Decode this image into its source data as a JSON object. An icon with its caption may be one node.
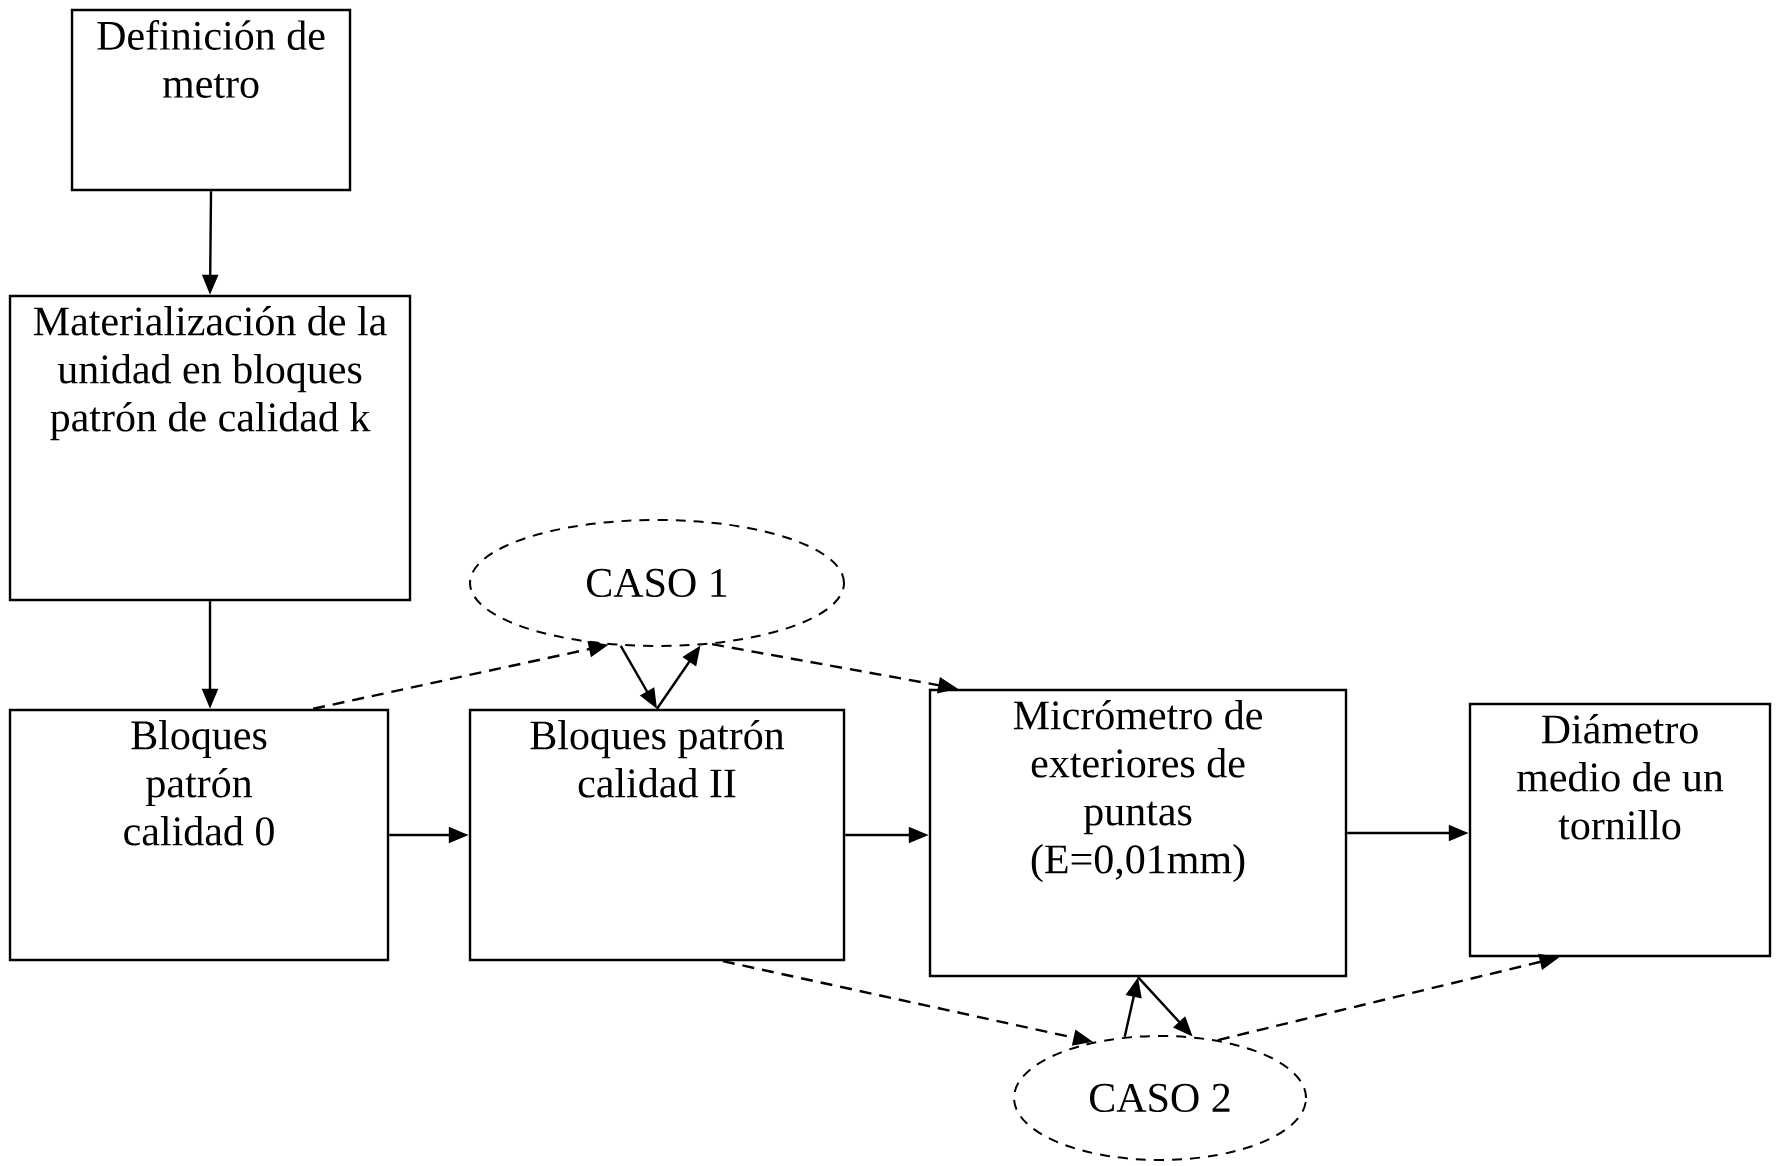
{
  "diagram": {
    "nodes": [
      {
        "text": [
          "Definición de metro"
        ]
      },
      {
        "text": [
          "Materialización de la unidad en bloques patrón de calidad k"
        ]
      },
      {
        "text": [
          "CASO 1"
        ]
      },
      {
        "text": [
          "Bloques patrón calidad 0"
        ]
      },
      {
        "text": [
          "Bloques patrón calidad II"
        ]
      },
      {
        "text": [
          "Micrómetro de exteriores de puntas (E=0,01mm)"
        ]
      },
      {
        "text": [
          "Diámetro medio de un tornillo"
        ]
      },
      {
        "text": [
          "CASO 2"
        ]
      }
    ],
    "edges": [
      {
        "from": 0,
        "to": 1,
        "arrow": "to"
      },
      {
        "from": 1,
        "to": 3,
        "arrow": "to"
      },
      {
        "from": 3,
        "to": 2,
        "arrow": "to",
        "style": "dashed"
      },
      {
        "from": 2,
        "to": 4,
        "arrow": "to"
      },
      {
        "from": 4,
        "to": 2,
        "arrow": "to"
      },
      {
        "from": 2,
        "to": 5,
        "arrow": "to",
        "style": "dashed"
      },
      {
        "from": 3,
        "to": 4,
        "arrow": "to"
      },
      {
        "from": 4,
        "to": 5,
        "arrow": "to"
      },
      {
        "from": 5,
        "to": 6,
        "arrow": "to"
      },
      {
        "from": 4,
        "to": 7,
        "arrow": "to",
        "style": "dashed"
      },
      {
        "from": 7,
        "to": 5,
        "arrow": "to"
      },
      {
        "from": 5,
        "to": 7,
        "arrow": "to"
      },
      {
        "from": 7,
        "to": 6,
        "arrow": "to",
        "style": "dashed"
      }
    ]
  }
}
